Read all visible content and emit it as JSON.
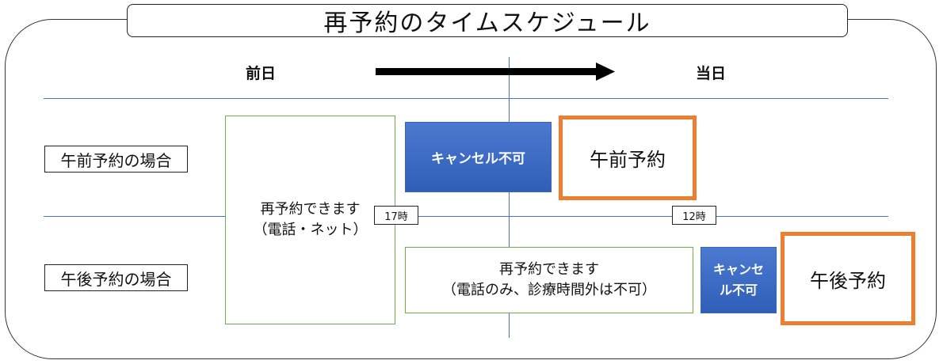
{
  "title": "再予約のタイムスケジュール",
  "days": {
    "previous": "前日",
    "same_day": "当日"
  },
  "rows": [
    {
      "label": "午前予約の場合"
    },
    {
      "label": "午後予約の場合"
    }
  ],
  "rebook_any": {
    "line1": "再予約できます",
    "line2": "（電話・ネット）"
  },
  "rebook_phone": {
    "line1": "再予約できます",
    "line2": "（電話のみ、診療時間外は不可）"
  },
  "cancel_am": "キャンセル不可",
  "cancel_pm": {
    "line1": "キャンセ",
    "line2": "ル不可"
  },
  "am_appointment": "午前予約",
  "pm_appointment": "午後予約",
  "time_17": "17時",
  "time_12": "12時",
  "colors": {
    "green_border": "#70ad47",
    "orange_border": "#ed7d31",
    "blue_fill": "#3a66c4",
    "grid_line": "#4472c4"
  }
}
